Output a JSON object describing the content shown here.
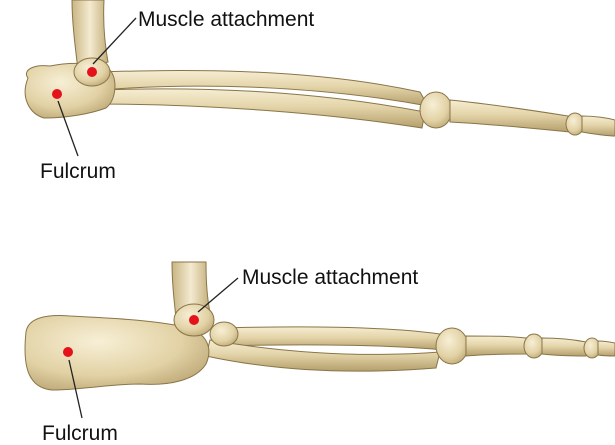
{
  "colors": {
    "bone_fill": "#e4d5aa",
    "bone_highlight": "#f6edd2",
    "bone_shadow": "#b59f6c",
    "bone_outline": "#8a7548",
    "marker": "#e3121b",
    "text": "#111111"
  },
  "top_diagram": {
    "muscle_label": "Muscle attachment",
    "fulcrum_label": "Fulcrum"
  },
  "bottom_diagram": {
    "muscle_label": "Muscle attachment",
    "fulcrum_label": "Fulcrum"
  }
}
